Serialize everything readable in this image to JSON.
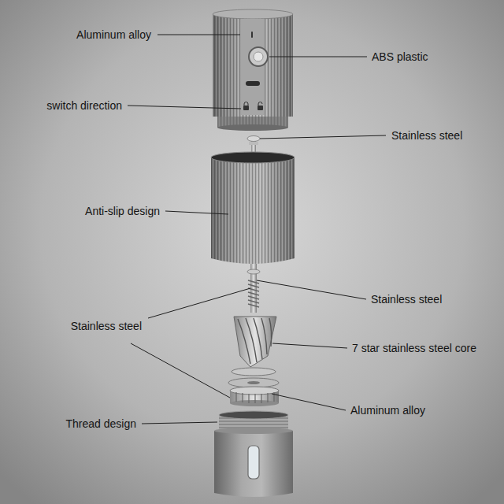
{
  "diagram": {
    "labels": [
      "Aluminum alloy",
      "ABS plastic",
      "switch direction",
      "Stainless steel",
      "Anti-slip design",
      "Stainless steel",
      "Stainless steel",
      "7 star stainless steel core",
      "Aluminum alloy",
      "Thread design"
    ]
  }
}
